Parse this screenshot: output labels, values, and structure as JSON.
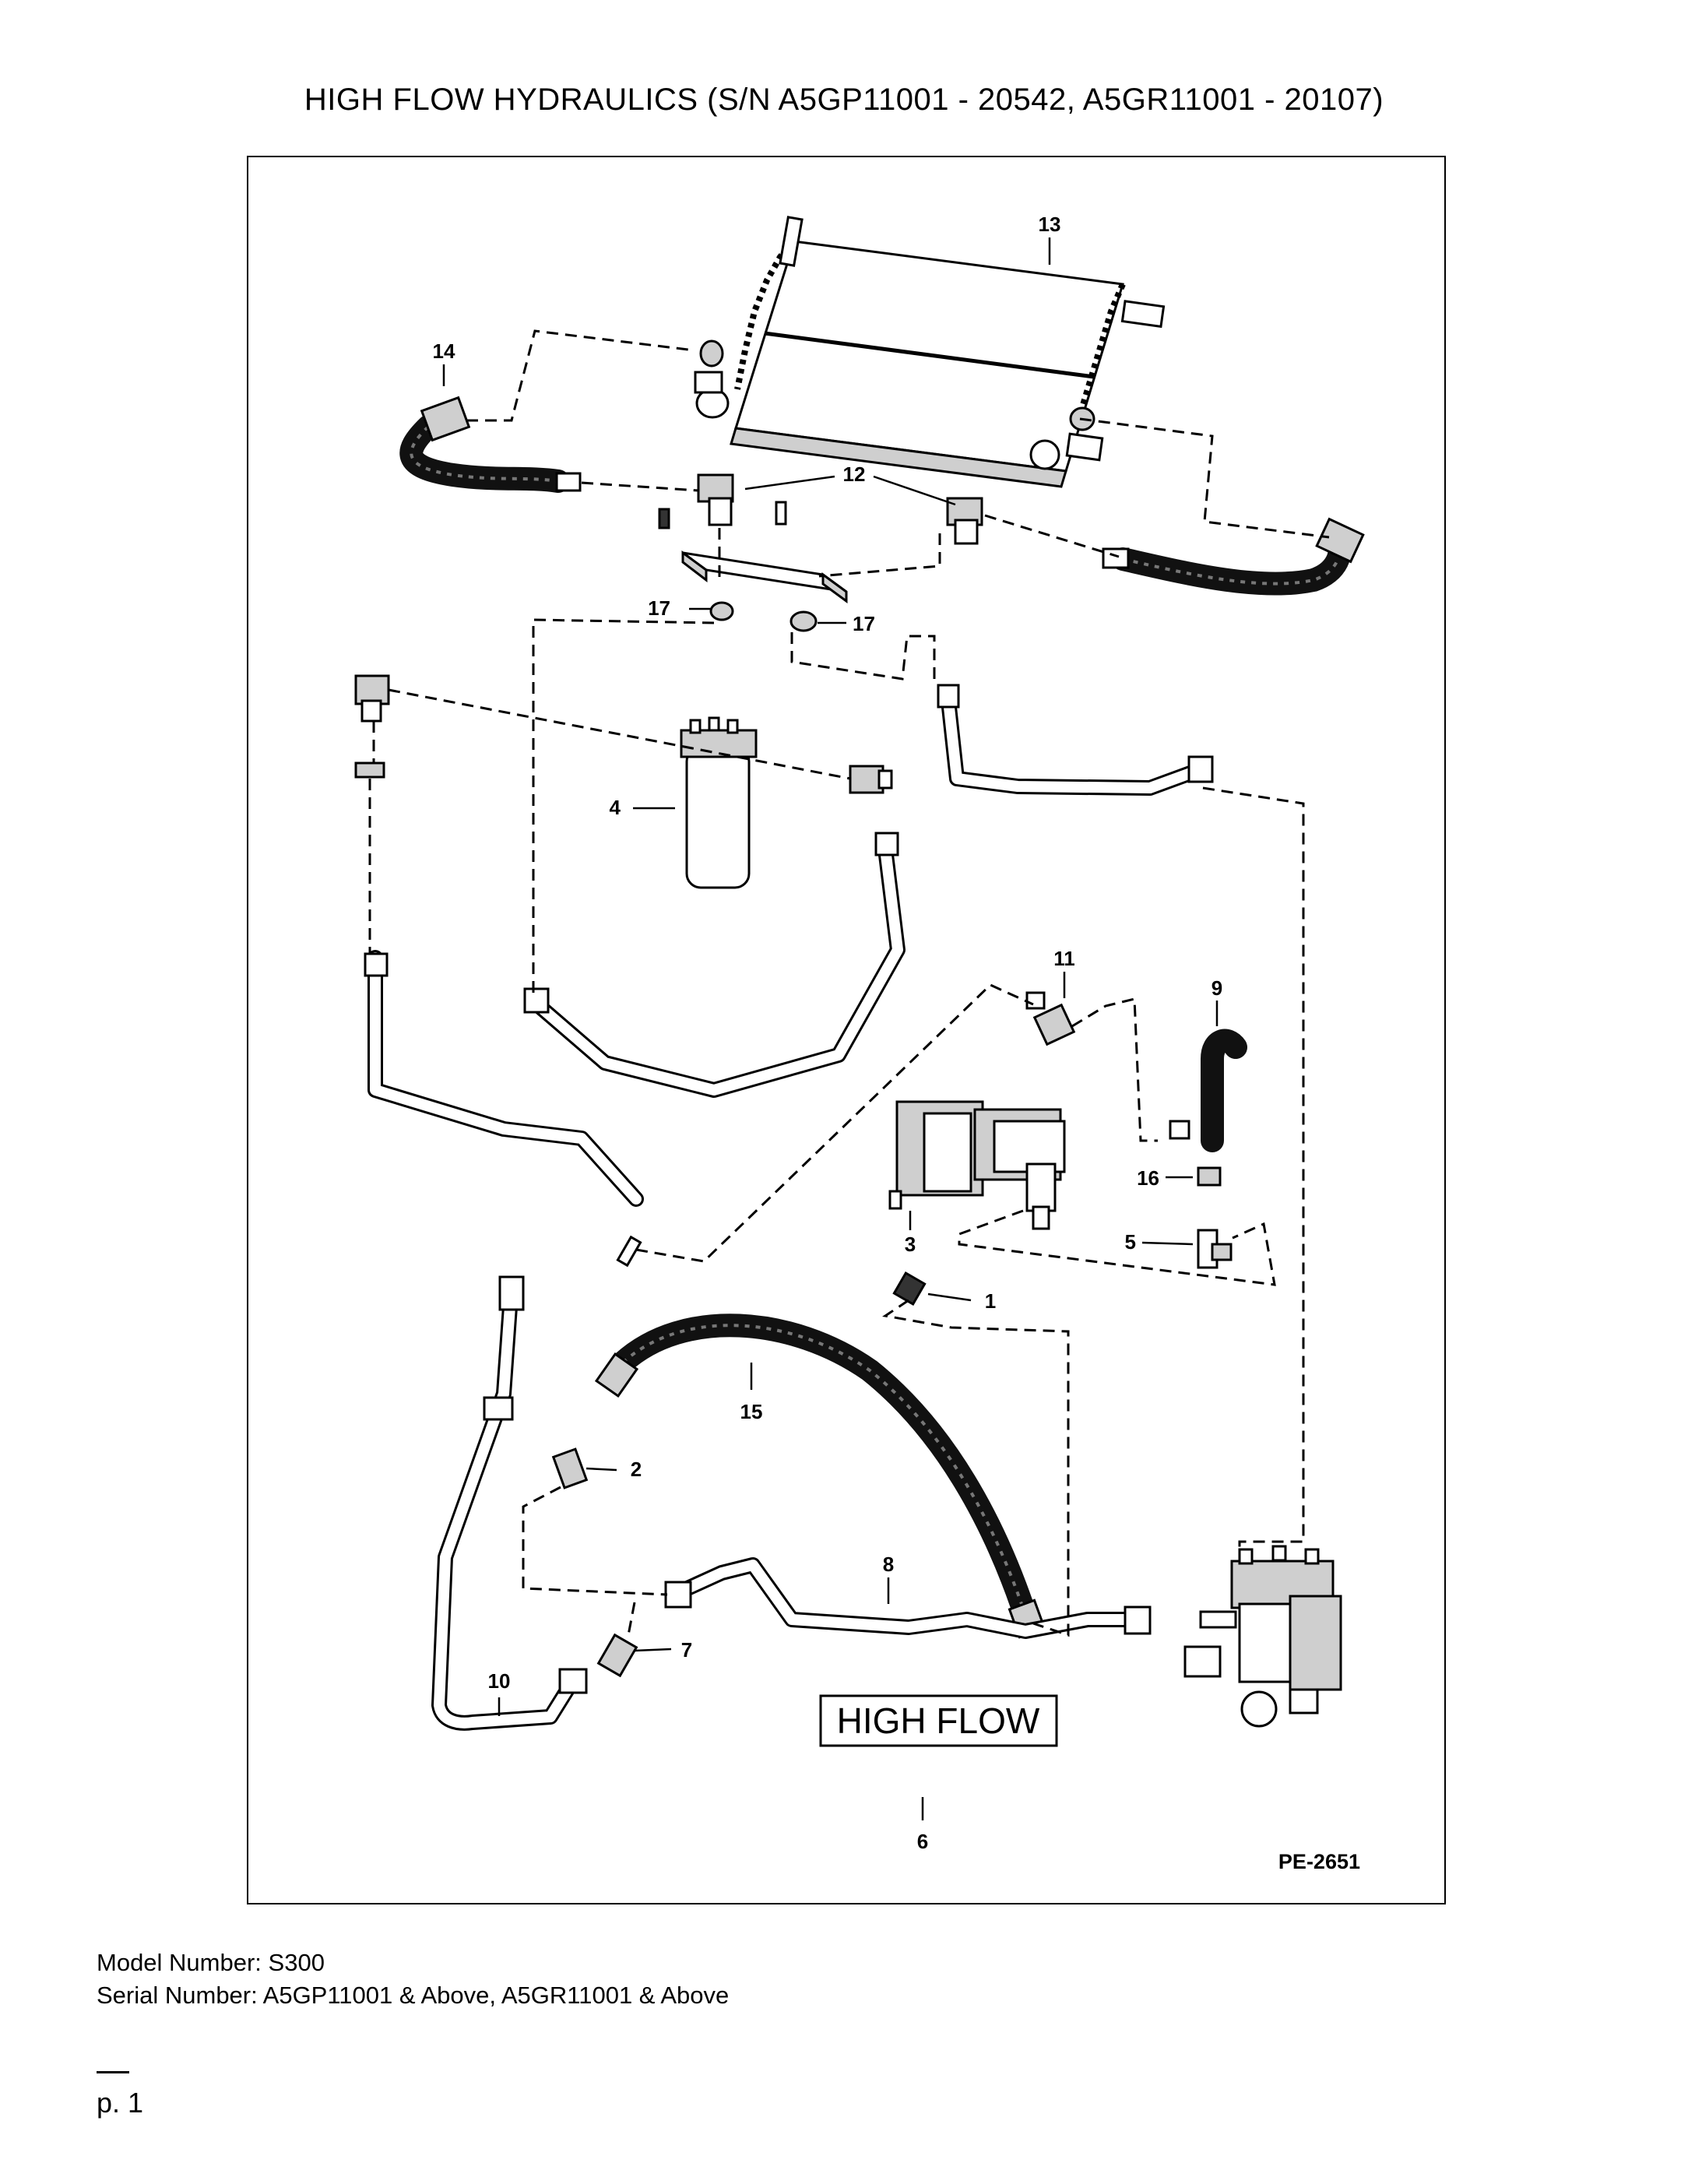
{
  "page": {
    "title": "HIGH FLOW HYDRAULICS (S/N A5GP11001 - 20542, A5GR11001 - 20107)",
    "page_number": "p. 1"
  },
  "diagram": {
    "callouts": {
      "c1": "1",
      "c2": "2",
      "c3": "3",
      "c4": "4",
      "c5": "5",
      "c6": "6",
      "c7": "7",
      "c8": "8",
      "c9": "9",
      "c10": "10",
      "c11": "11",
      "c12": "12",
      "c13": "13",
      "c14": "14",
      "c15": "15",
      "c16": "16",
      "c17a": "17",
      "c17b": "17"
    },
    "banner": "HIGH FLOW",
    "drawing_code": "PE-2651"
  },
  "footer": {
    "model_label": "Model Number:",
    "model_value": "S300",
    "serial_label": "Serial Number:",
    "serial_value": "A5GP11001 & Above, A5GR11001 & Above"
  }
}
